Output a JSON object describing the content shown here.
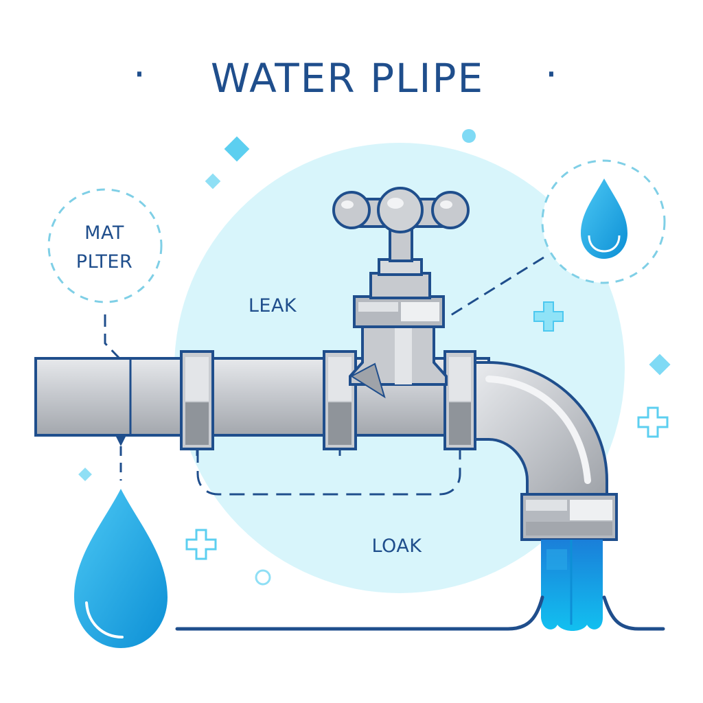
{
  "diagram": {
    "title": "WATER PLIPE",
    "title_bullet_left": "·",
    "title_bullet_right": "·",
    "callout_left": {
      "line1": "MAT",
      "line2": "PLTER"
    },
    "label_top": "LEAK",
    "label_bottom": "LOAK"
  },
  "colors": {
    "outline": "#1f4e8c",
    "pipe_fill": "#c4c7cc",
    "pipe_highlight": "#e4e6ea",
    "pipe_shadow": "#9fa3a9",
    "water": "#19b6ee",
    "water_dark": "#0d8fd6",
    "circle_bg": "#d8f5fb",
    "accent": "#5ccff0"
  },
  "icons": [
    "faucet-handle-icon",
    "water-drop-icon",
    "water-drop-small-icon",
    "plus-icon",
    "diamond-icon",
    "circle-dot-icon"
  ]
}
